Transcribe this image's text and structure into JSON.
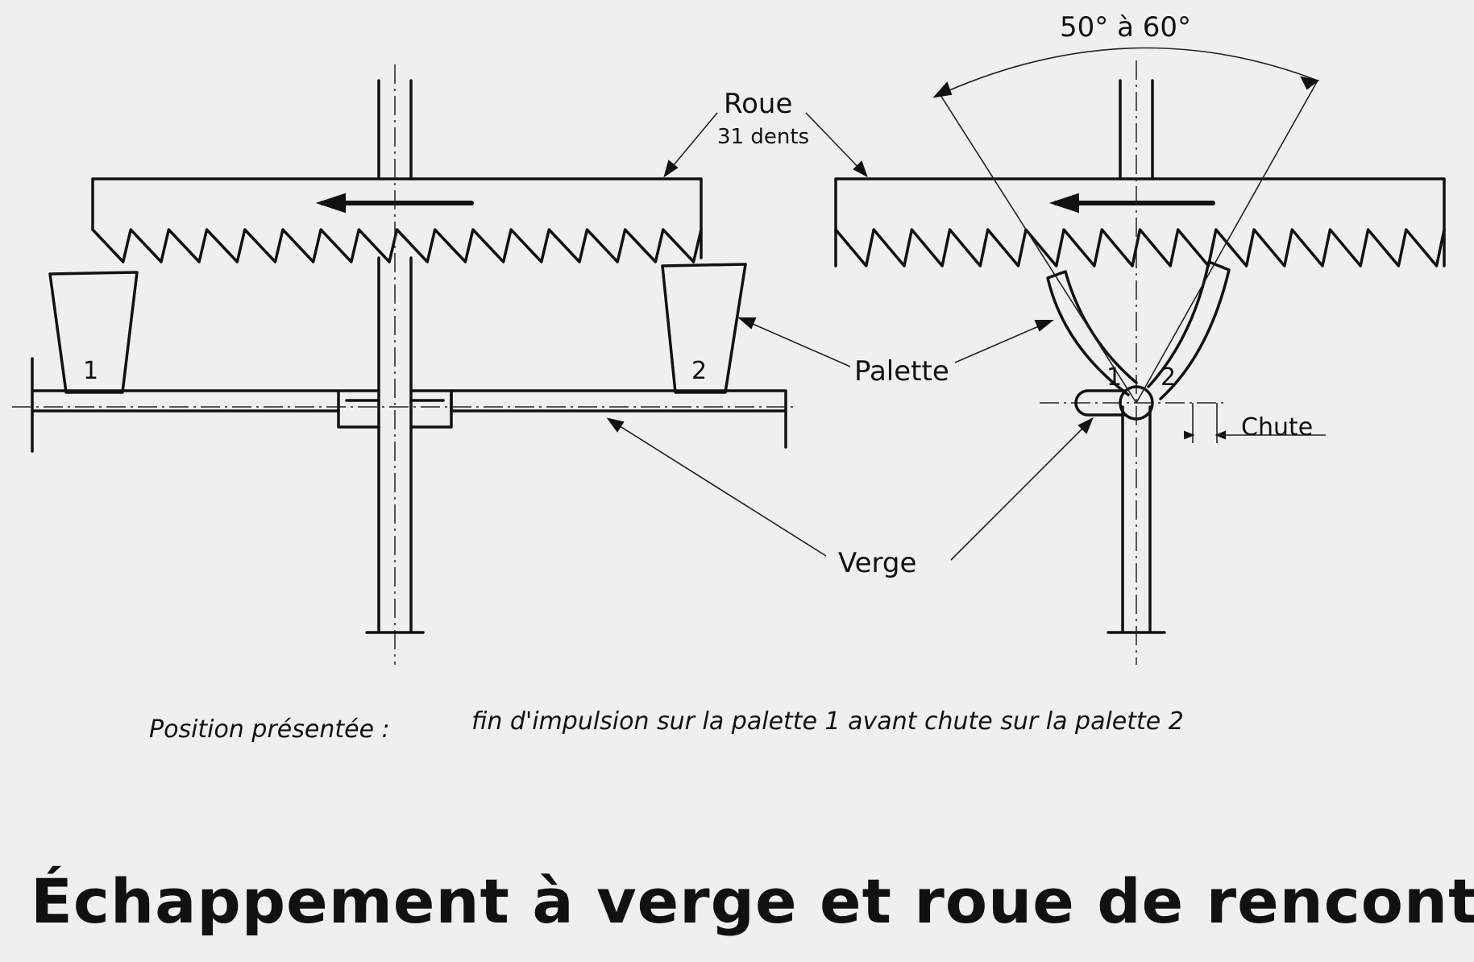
{
  "labels": {
    "roue": "Roue",
    "roue_dents": "31 dents",
    "angle": "50° à 60°",
    "palette": "Palette",
    "verge": "Verge",
    "chute": "Chute",
    "pallet_1_left": "1",
    "pallet_2_left": "2",
    "pallet_1_right": "1",
    "pallet_2_right": "2"
  },
  "caption": {
    "prefix": "Position présentée :",
    "text": "fin d'impulsion sur la palette 1 avant chute sur la palette 2"
  },
  "title": "Échappement à verge et roue de rencontre",
  "colors": {
    "ink": "#111111",
    "paper": "#efefed"
  }
}
